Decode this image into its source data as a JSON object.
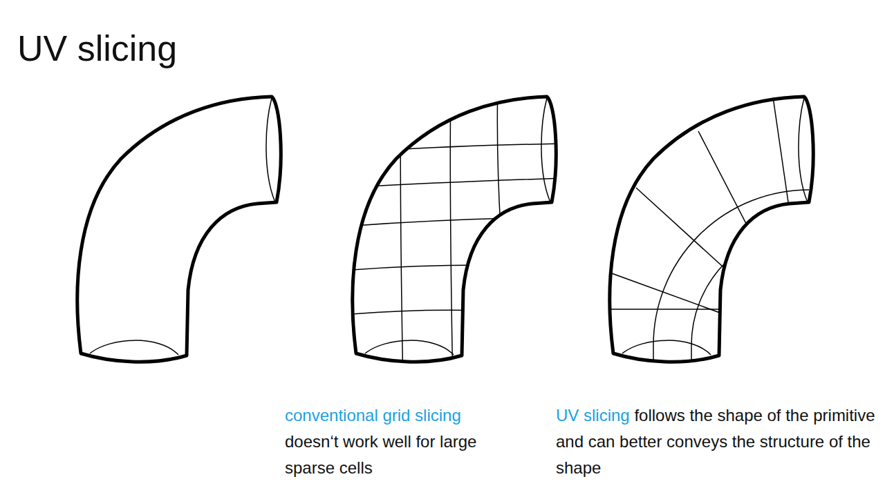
{
  "diagram": {
    "title": "UV slicing",
    "labels": [
      "conventional grid slicing",
      "doesn‘t work well for large sparse cells",
      "UV slicing",
      "follows the shape of the primitive and can better conveys the structure of the shape"
    ]
  }
}
